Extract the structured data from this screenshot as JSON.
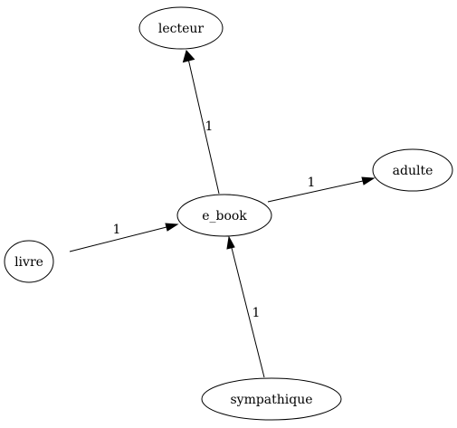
{
  "diagram": {
    "type": "directed-graph",
    "nodes": [
      {
        "id": "lecteur",
        "label": "lecteur"
      },
      {
        "id": "adulte",
        "label": "adulte"
      },
      {
        "id": "e_book",
        "label": "e_book"
      },
      {
        "id": "livre",
        "label": "livre"
      },
      {
        "id": "sympathique",
        "label": "sympathique"
      }
    ],
    "edges": [
      {
        "from": "e_book",
        "to": "lecteur",
        "label": "1"
      },
      {
        "from": "e_book",
        "to": "adulte",
        "label": "1"
      },
      {
        "from": "livre",
        "to": "e_book",
        "label": "1"
      },
      {
        "from": "sympathique",
        "to": "e_book",
        "label": "1"
      }
    ]
  }
}
